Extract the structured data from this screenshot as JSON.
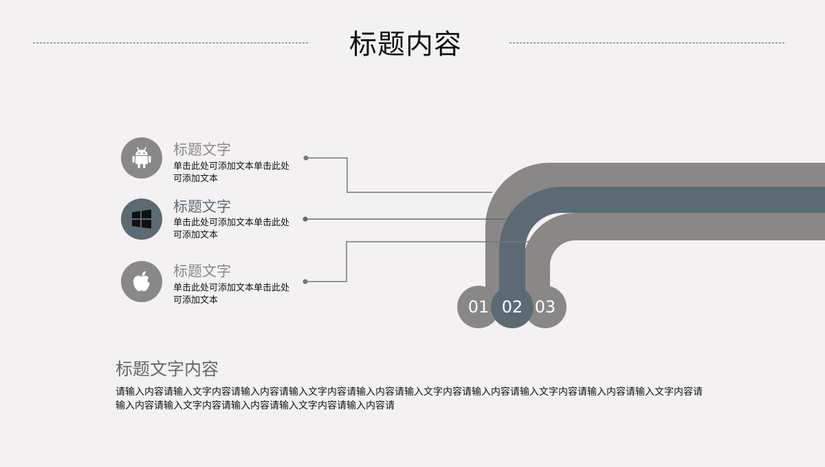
{
  "page": {
    "title": "标题内容"
  },
  "colors": {
    "gray": "#8a8887",
    "slate": "#5c6b73",
    "background": "#f3f1f2"
  },
  "items": [
    {
      "icon": "android-icon",
      "title": "标题文字",
      "desc": "单击此处可添加文本单击此处可添加文本"
    },
    {
      "icon": "windows-icon",
      "title": "标题文字",
      "desc": "单击此处可添加文本单击此处可添加文本"
    },
    {
      "icon": "apple-icon",
      "title": "标题文字",
      "desc": "单击此处可添加文本单击此处可添加文本"
    }
  ],
  "numbers": [
    "01",
    "02",
    "03"
  ],
  "section": {
    "title": "标题文字内容",
    "body": "请输入内容请输入文字内容请输入内容请输入文字内容请输入内容请输入文字内容请输入内容请输入文字内容请输入内容请输入文字内容请输入内容请输入文字内容请输入内容请输入文字内容请输入内容请"
  }
}
